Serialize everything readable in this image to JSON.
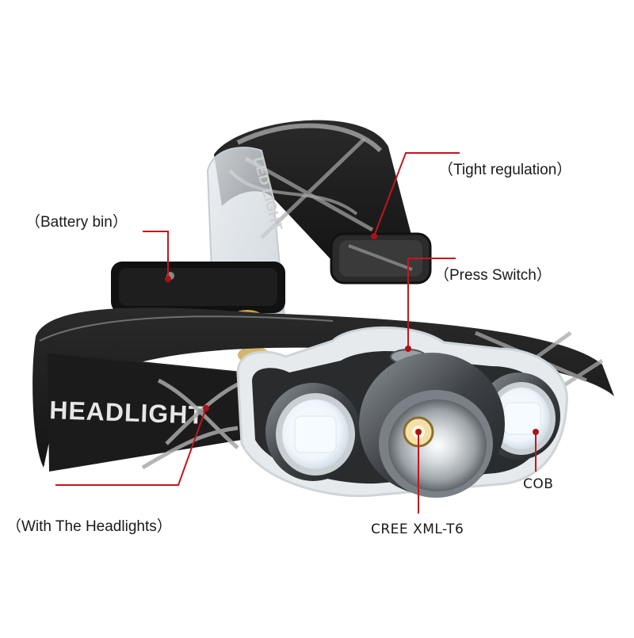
{
  "callouts": {
    "tight_regulation": "（Tight regulation）",
    "battery_bin": "（Battery bin）",
    "press_switch": "（Press Switch）",
    "with_headlights": "（With The Headlights）",
    "cob": "COB",
    "cree": "CREE XML-T6"
  },
  "strap_text": {
    "front": "HEADLIGHT",
    "top": "LED LIGHT"
  },
  "colors": {
    "leader_line": "#c2161c",
    "marker_dot": "#b01018",
    "strap_dark": "#1c1c1c",
    "strap_pattern": "#a8a8a8",
    "housing": "#2a2b2d",
    "cob_light": "#f6fbff"
  }
}
